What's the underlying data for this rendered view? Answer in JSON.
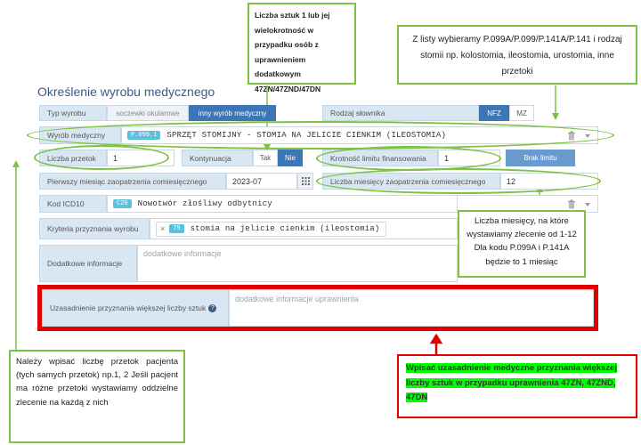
{
  "form": {
    "title": "Określenie wyrobu medycznego",
    "typ_wyrobu": {
      "label": "Typ wyrobu",
      "options": [
        "soczewki okularowe",
        "inny wyrób medyczny"
      ],
      "selected": "inny wyrób medyczny"
    },
    "rodzaj_slownika": {
      "label": "Rodzaj słownika",
      "options": [
        "NFZ",
        "MZ"
      ],
      "selected": "NFZ"
    },
    "wyrob_medyczny": {
      "label": "Wyrób medyczny",
      "code": "P.099.1",
      "value": "SPRZĘT STOMIJNY - STOMIA NA JELICIE CIENKIM (ILEOSTOMIA)"
    },
    "liczba_przetok": {
      "label": "Liczba przetok",
      "value": "1"
    },
    "kontynuacja": {
      "label": "Kontynuacja",
      "options": [
        "Tak",
        "Nie"
      ],
      "selected": "Nie"
    },
    "krotnosc": {
      "label": "Krotność limitu finansowania",
      "value": "1"
    },
    "brak_limitu": {
      "label": "Brak limitu"
    },
    "pierwszy_miesiac": {
      "label": "Pierwszy miesiąc zaopatrzenia comiesięcznego",
      "value": "2023-07"
    },
    "liczba_miesiecy": {
      "label": "Liczba miesięcy zaopatrzenia comiesięcznego",
      "value": "12"
    },
    "kod_icd10": {
      "label": "Kod ICD10",
      "code": "C20",
      "value": "Nowotwór złośliwy odbytnicy"
    },
    "kryteria": {
      "label": "Kryteria przyznania wyrobu",
      "remove": "×",
      "code": "79",
      "value": "stomia na jelicie cienkim (ileostomia)"
    },
    "dodatkowe_informacje": {
      "label": "Dodatkowe informacje",
      "placeholder": "dodatkowe informacje"
    },
    "uzasadnienie": {
      "label": "Uzasadnienie przyznania większej liczby sztuk",
      "help": "?",
      "placeholder": "dodatkowe informacje uprawnienia"
    }
  },
  "callouts": {
    "top_center": "Liczba sztuk 1 lub jej wielokrotność w przypadku osób z uprawnieniem dodatkowym 47ZN/47ZND/47DN",
    "top_right": "Z listy wybieramy P.099A/P.099/P.141A/P.141 i rodzaj stomii np. kolostomia, ileostomia, urostomia, inne przetoki",
    "mid_right": "Liczba miesięcy, na które wystawiamy zlecenie od 1-12 Dla kodu P.099A i P.141A będzie to 1 miesiąc",
    "bottom_left": "Należy wpisać liczbę przetok pacjenta (tych samych przetok) np.1, 2 Jeśli pacjent ma różne przetoki wystawiamy oddzielne zlecenie na każdą z nich",
    "bottom_right": "Wpisać uzasadnienie medyczne przyznania większej liczby sztuk w przypadku uprawnienia 47ZN, 47ZND, 47DN"
  },
  "colors": {
    "accent": "#3d76b4",
    "label_bg": "#d9e7f3",
    "tag": "#5bc0de",
    "annotation_green": "#7dc242",
    "highlight": "#00ff00",
    "warning_red": "#e00000"
  }
}
